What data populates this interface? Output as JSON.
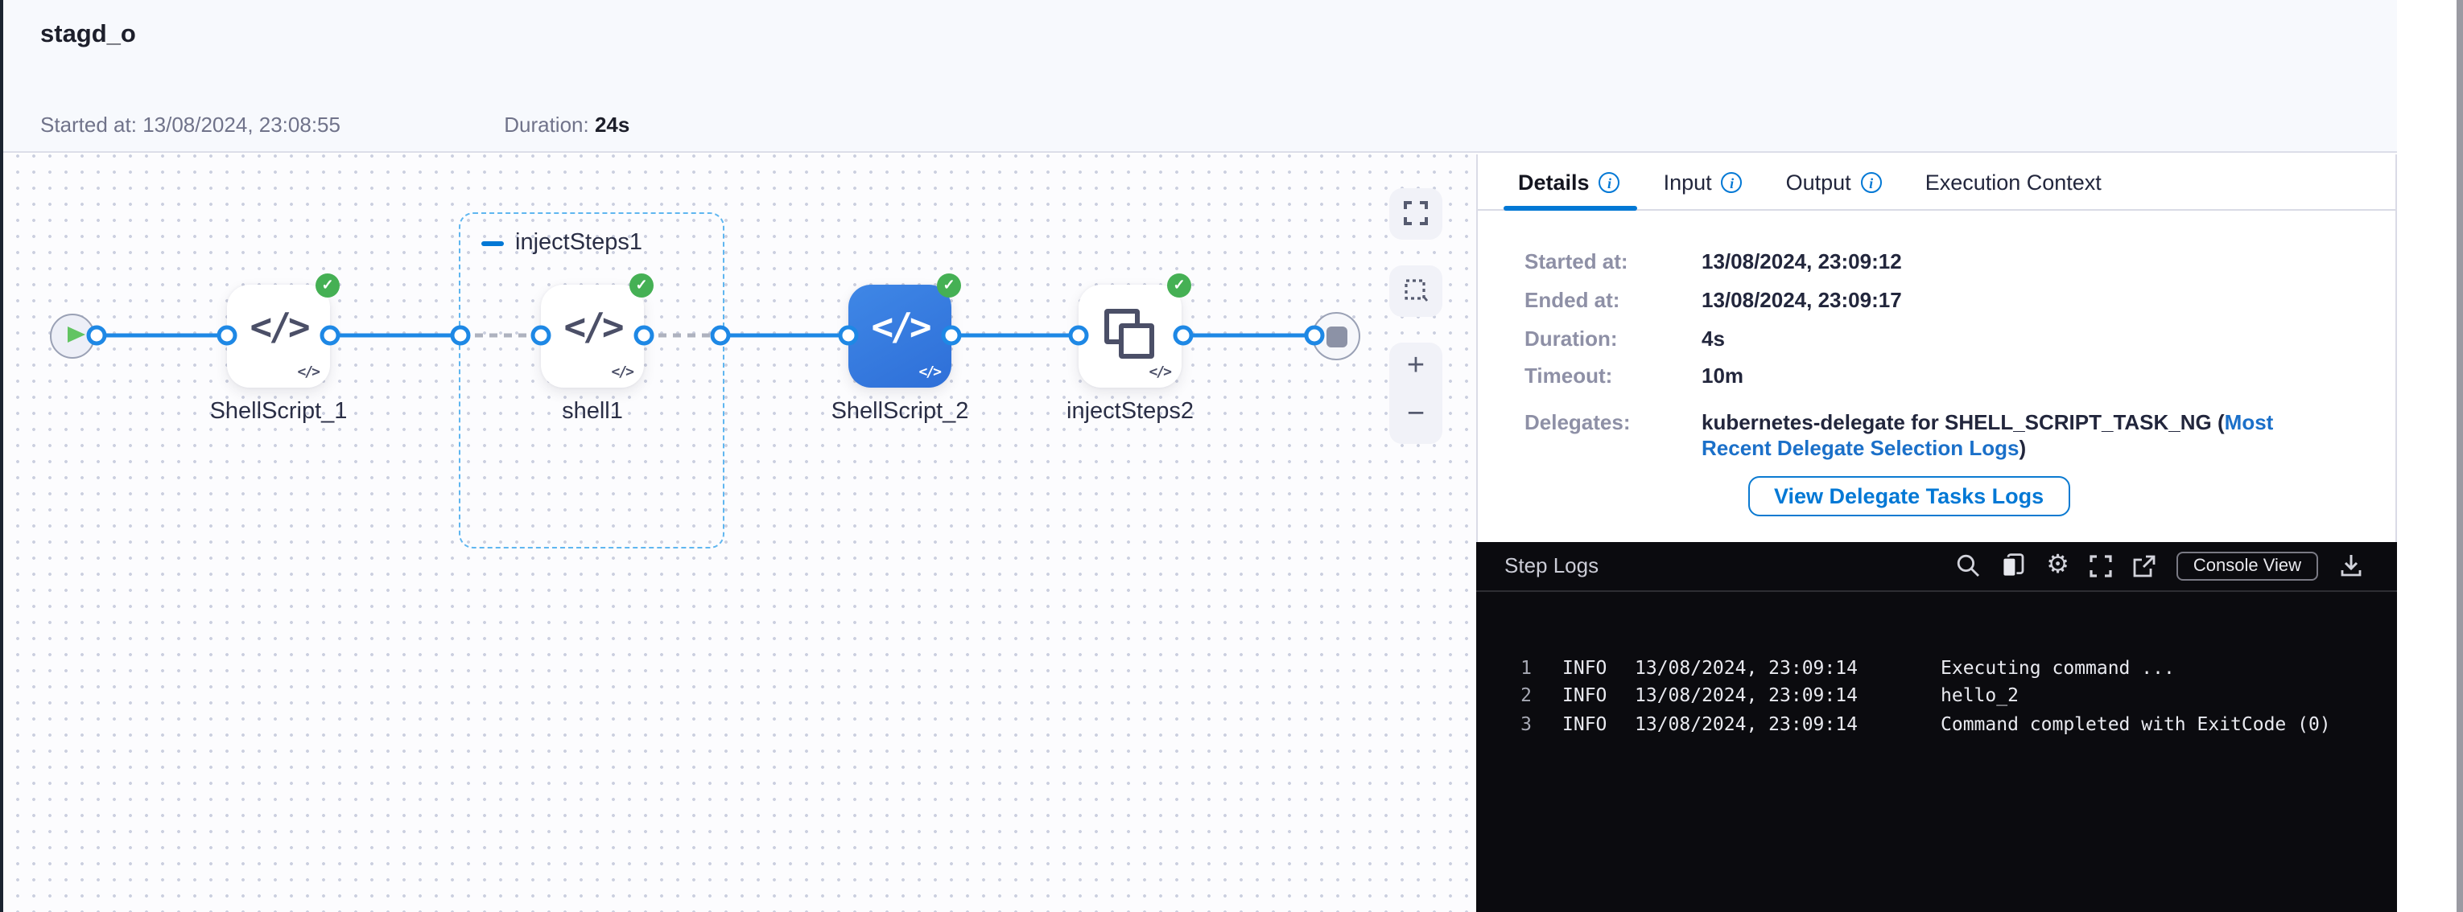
{
  "colors": {
    "accent_blue": "#0278d5",
    "connector_blue": "#1e88e5",
    "success_green": "#45b054",
    "link_blue": "#1b70c9",
    "log_panel_bg": "#0b0b0f",
    "header_bg": "#f7f9fd"
  },
  "icons": {
    "check": "✓",
    "gear": "⚙",
    "zoom_in": "+",
    "zoom_out": "−",
    "collapse_minus": "−"
  },
  "header": {
    "stage_title": "stagd_o",
    "started_label": "Started at: ",
    "started_value": "13/08/2024, 23:08:55",
    "duration_label": "Duration: ",
    "duration_value": "24s"
  },
  "pipeline": {
    "group": {
      "label": "injectSteps1"
    },
    "nodes": [
      {
        "label": "ShellScript_1",
        "type": "shell-script",
        "status": "success"
      },
      {
        "label": "shell1",
        "type": "shell-script",
        "status": "success"
      },
      {
        "label": "ShellScript_2",
        "type": "shell-script",
        "status": "success",
        "selected": true
      },
      {
        "label": "injectSteps2",
        "type": "step-group",
        "status": "success"
      }
    ]
  },
  "panel": {
    "tabs": [
      {
        "label": "Details",
        "has_info": true,
        "active": true
      },
      {
        "label": "Input",
        "has_info": true
      },
      {
        "label": "Output",
        "has_info": true
      },
      {
        "label": "Execution Context",
        "has_info": false
      }
    ],
    "details": {
      "rows": [
        {
          "label": "Started at:",
          "value": "13/08/2024, 23:09:12"
        },
        {
          "label": "Ended at:",
          "value": "13/08/2024, 23:09:17"
        },
        {
          "label": "Duration:",
          "value": "4s"
        },
        {
          "label": "Timeout:",
          "value": "10m"
        }
      ],
      "delegates_label": "Delegates:",
      "delegates_value_bold": "kubernetes-delegate for SHELL_SCRIPT_TASK_NG (",
      "delegates_link": "Most Recent Delegate Selection Logs",
      "delegates_close": ")",
      "view_logs_button": "View Delegate Tasks Logs"
    }
  },
  "logs": {
    "title": "Step Logs",
    "console_view_button": "Console View",
    "lines": [
      {
        "num": "1",
        "level": "INFO",
        "time": "13/08/2024, 23:09:14",
        "msg": "Executing command ..."
      },
      {
        "num": "2",
        "level": "INFO",
        "time": "13/08/2024, 23:09:14",
        "msg": "hello_2"
      },
      {
        "num": "3",
        "level": "INFO",
        "time": "13/08/2024, 23:09:14",
        "msg": "Command completed with ExitCode (0)"
      }
    ]
  }
}
